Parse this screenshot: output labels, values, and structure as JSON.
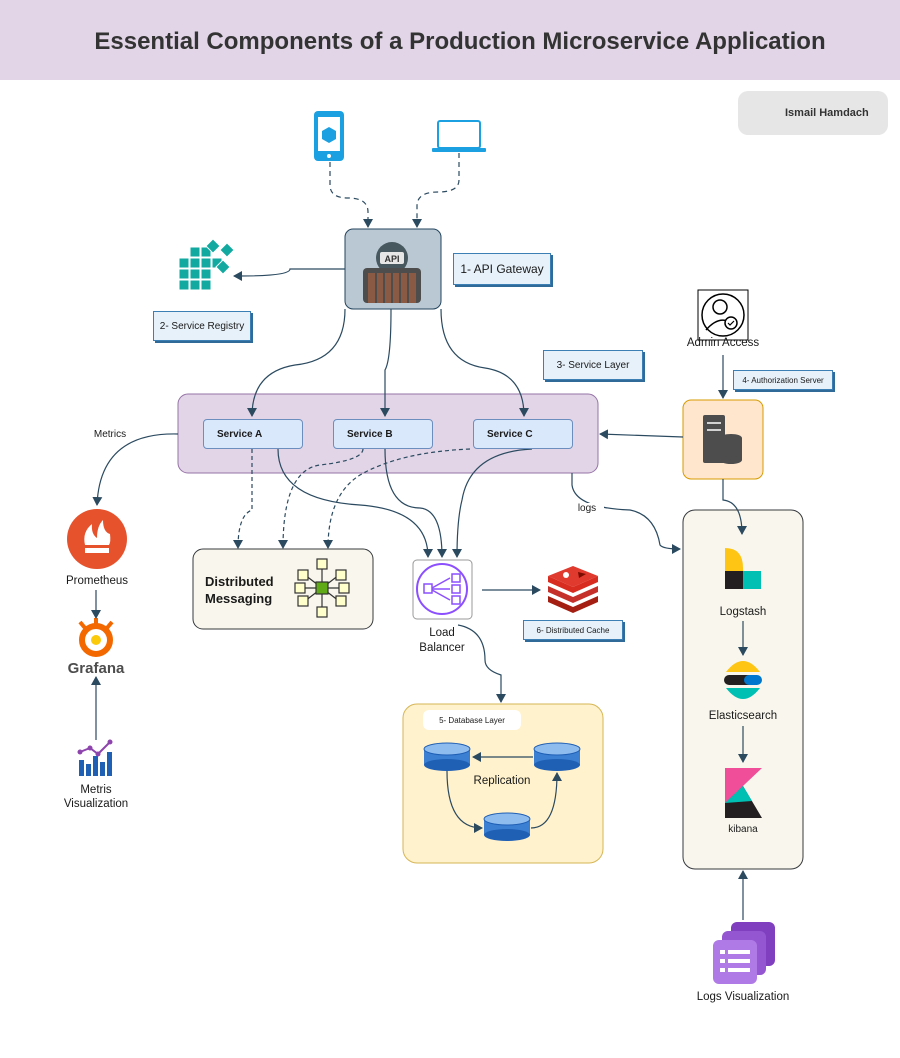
{
  "title": "Essential Components of a Production Microservice Application",
  "author": {
    "name": "Ismail Hamdach"
  },
  "api_gateway": {
    "tag": "1- API Gateway",
    "icon_text": "API"
  },
  "service_registry": {
    "tag": "2- Service Registry"
  },
  "service_layer": {
    "tag": "3- Service Layer",
    "services": [
      "Service A",
      "Service B",
      "Service C"
    ]
  },
  "admin": {
    "label": "Admin Access",
    "auth_tag": "4- Authorization Server"
  },
  "monitoring": {
    "metrics_label": "Metrics",
    "prometheus": "Prometheus",
    "grafana": "Grafana",
    "metris_visualization": "Metris\nVisualization"
  },
  "messaging": {
    "label": "Distributed\nMessaging"
  },
  "load_balancer": {
    "label": "Load\nBalancer"
  },
  "cache": {
    "tag": "6- Distributed Cache"
  },
  "database": {
    "tag": "5- Database Layer",
    "replication": "Replication"
  },
  "logging": {
    "logs_label": "logs",
    "logstash": "Logstash",
    "elasticsearch": "Elasticsearch",
    "kibana": "kibana",
    "logs_visualization": "Logs Visualization"
  },
  "colors": {
    "header_bg": "#e1d5e7",
    "service_layer_bg": "#e1d5e7",
    "service_box": "#dae8fc",
    "messaging_bg": "#f9f7ed",
    "database_bg": "#fff2cc",
    "logging_bg": "#f9f7ed",
    "auth_server_bg": "#ffe6cc",
    "edge": "#2b4a60"
  }
}
